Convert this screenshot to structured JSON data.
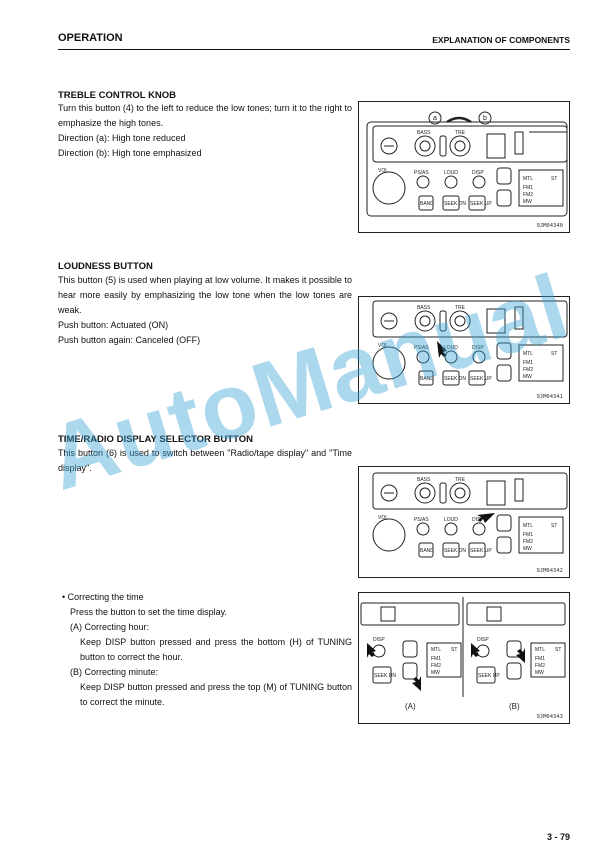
{
  "header": {
    "left": "OPERATION",
    "right": "EXPLANATION OF COMPONENTS"
  },
  "sections": {
    "treble": {
      "title": "TREBLE CONTROL KNOB",
      "lines": [
        "Turn this button (4) to the left to reduce the low tones; turn it to the right to emphasize the high tones.",
        "Direction (a): High tone reduced",
        "Direction (b): High tone emphasized"
      ],
      "figure_code": "9JM04340"
    },
    "loudness": {
      "title": "LOUDNESS BUTTON",
      "lines": [
        "This button (5) is used when playing at low volume. It makes it possible to hear more easily by emphasizing the low tone when the low tones are weak.",
        "Push button: Actuated (ON)",
        "Push button again: Canceled (OFF)"
      ],
      "figure_code": "9JM04341"
    },
    "display": {
      "title": "TIME/RADIO DISPLAY SELECTOR BUTTON",
      "lines": [
        "This button (6) is used to switch between \"Radio/tape display\" and \"Time display\"."
      ],
      "figure_code": "9JM04342"
    },
    "time": {
      "bullet": "• Correcting the time",
      "intro": "Press the button to set the time display.",
      "a_label": "(A) Correcting hour:",
      "a_text": "Keep DISP button pressed and press the bottom (H) of TUNING button to correct the hour.",
      "b_label": "(B) Correcting minute:",
      "b_text": "Keep DISP button pressed and press the top (M) of TUNING button to correct the minute.",
      "figure_code": "9JM04343",
      "panel_a": "(A)",
      "panel_b": "(B)"
    }
  },
  "radio_labels": {
    "bass": "BASS",
    "tre": "TRE",
    "vol": "VOL",
    "ps_as": "PS/AS",
    "loud": "LOUD",
    "disp": "DISP",
    "band": "BAND",
    "seek_dn": "SEEK DN",
    "seek_up": "SEEK UP",
    "mtl": "MTL",
    "st": "ST",
    "fm1": "FM1",
    "fm2": "FM2",
    "mw": "MW",
    "dir_a": "a",
    "dir_b": "b"
  },
  "watermark": "AutoManual",
  "page_number": "3 - 79"
}
